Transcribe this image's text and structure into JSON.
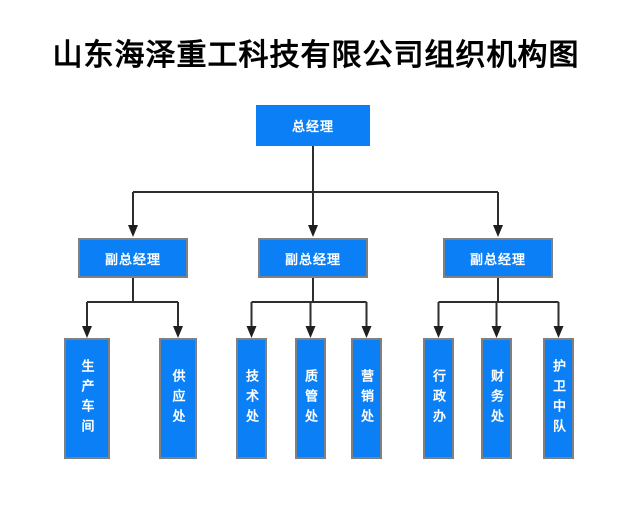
{
  "title": "山东海泽重工科技有限公司组织机构图",
  "colors": {
    "box_fill": "#0b80f6",
    "box_border": "#808080",
    "connector_line": "#2e2e2e",
    "title_color": "#000000",
    "box_text_color": "#ffffff",
    "background": "#ffffff"
  },
  "org": {
    "root": {
      "label": "总经理"
    },
    "deputies": [
      {
        "label": "副总经理",
        "departments": [
          "生产车间",
          "供应处"
        ]
      },
      {
        "label": "副总经理",
        "departments": [
          "技术处",
          "质管处",
          "营销处"
        ]
      },
      {
        "label": "副总经理",
        "departments": [
          "行政办",
          "财务处",
          "护卫中队"
        ]
      }
    ]
  }
}
